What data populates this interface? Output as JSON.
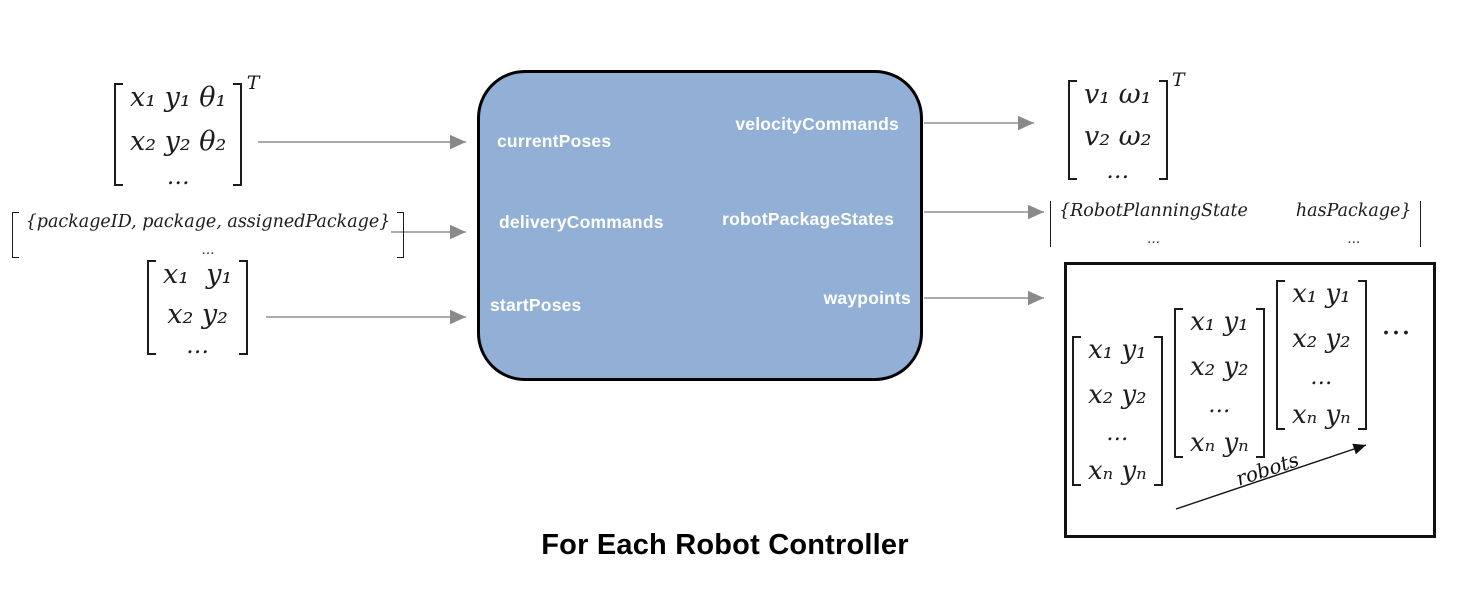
{
  "diagram_title": "For Each Robot Controller",
  "colors": {
    "block_fill": "#92AFD6",
    "block_border": "#000000",
    "block_text": "#FFFFFF",
    "arrow_gray": "#8F8F8F",
    "math_text": "#1C1C1C",
    "box_border": "#111111"
  },
  "controller_block": {
    "input_ports": [
      "currentPoses",
      "deliveryCommands",
      "startPoses"
    ],
    "output_ports": [
      "velocityCommands",
      "robotPackageStates",
      "waypoints"
    ]
  },
  "annotations": {
    "current_poses": {
      "rows": [
        "x₁ y₁ θ₁",
        "x₂ y₂ θ₂",
        "…"
      ],
      "superscript": "T"
    },
    "delivery_commands": {
      "line": "{packageID, package, assignedPackage}",
      "ellipsis": "…"
    },
    "start_poses": {
      "rows": [
        "x₁  y₁",
        "x₂ y₂",
        "…"
      ]
    },
    "velocity_commands": {
      "rows": [
        "v₁ ω₁",
        "v₂ ω₂",
        "…"
      ],
      "superscript": "T"
    },
    "robot_package_states": {
      "left_entry": "{RobotPlanningState",
      "right_entry": "hasPackage}",
      "ellipsis": "…"
    },
    "waypoints": {
      "matrix_rows": [
        "x₁ y₁",
        "x₂ y₂",
        "…",
        "xₙ yₙ"
      ],
      "trailing_ellipsis": "…",
      "axis_label": "robots"
    }
  }
}
